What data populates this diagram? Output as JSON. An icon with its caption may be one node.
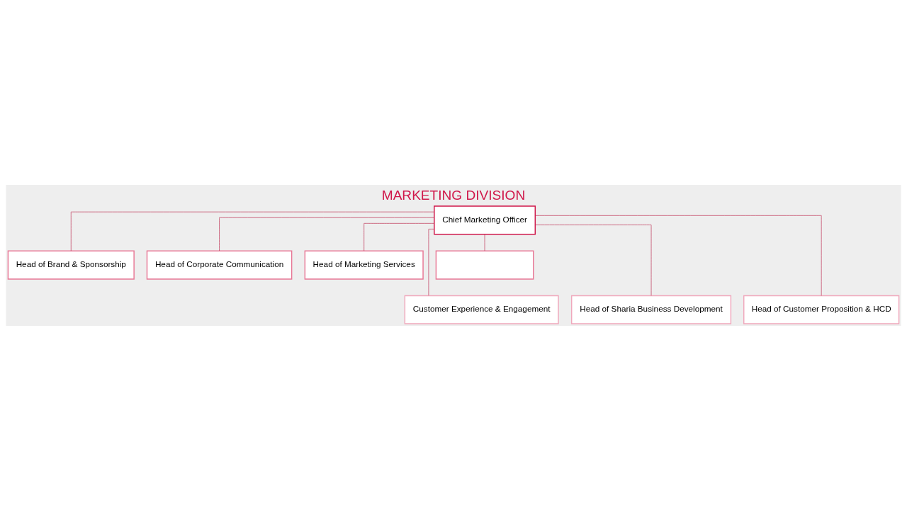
{
  "diagram": {
    "title": "MARKETING DIVISION",
    "nodes": [
      {
        "text": [
          "Chief Marketing Officer"
        ]
      },
      {
        "text": [
          "Head of Brand & Sponsorship"
        ]
      },
      {
        "text": [
          "Head of Corporate Communication"
        ]
      },
      {
        "text": [
          "Head of Marketing Services"
        ]
      },
      {
        "text": [],
        "shape": "box"
      },
      {
        "text": [
          "Customer Experience & Engagement"
        ]
      },
      {
        "text": [
          "Head of Sharia Business Development"
        ]
      },
      {
        "text": [
          "Head of Customer Proposition & HCD"
        ]
      }
    ],
    "edges": [
      {
        "from": 0,
        "to": 1,
        "arrow": "none"
      },
      {
        "from": 0,
        "to": 2,
        "arrow": "none"
      },
      {
        "from": 0,
        "to": 3,
        "arrow": "none"
      },
      {
        "from": 0,
        "to": 4,
        "arrow": "none"
      },
      {
        "from": 0,
        "to": 5,
        "arrow": "none"
      },
      {
        "from": 0,
        "to": 6,
        "arrow": "none"
      },
      {
        "from": 0,
        "to": 7,
        "arrow": "none"
      }
    ]
  }
}
